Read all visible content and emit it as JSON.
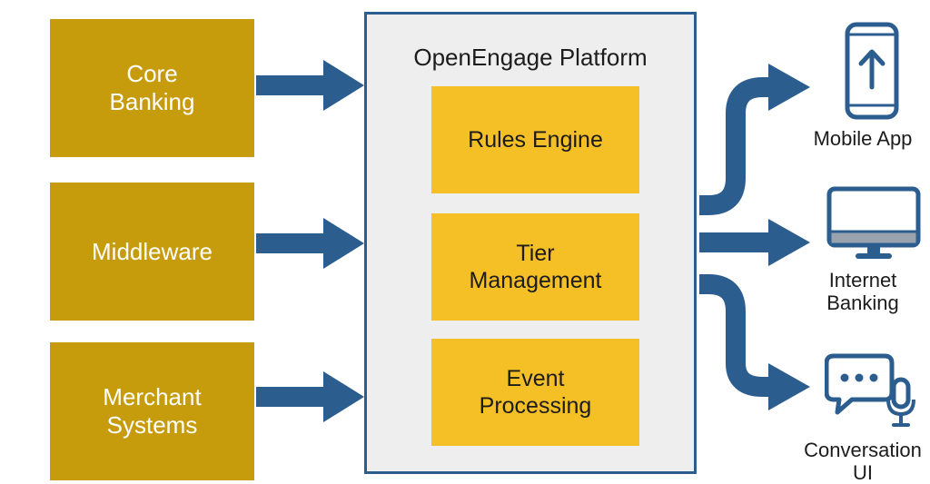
{
  "sources": [
    {
      "label": "Core\nBanking"
    },
    {
      "label": "Middleware"
    },
    {
      "label": "Merchant\nSystems"
    }
  ],
  "platform": {
    "title": "OpenEngage Platform",
    "modules": [
      {
        "label": "Rules Engine"
      },
      {
        "label": "Tier\nManagement"
      },
      {
        "label": "Event\nProcessing"
      }
    ]
  },
  "channels": [
    {
      "label": "Mobile App",
      "icon": "mobile-phone-icon"
    },
    {
      "label": "Internet\nBanking",
      "icon": "desktop-monitor-icon"
    },
    {
      "label": "Conversation\nUI",
      "icon": "chat-microphone-icon"
    }
  ],
  "colors": {
    "source_fill": "#c69c0c",
    "module_fill": "#f5bf26",
    "platform_border": "#2c5d8f",
    "arrow": "#2c5d8f"
  }
}
